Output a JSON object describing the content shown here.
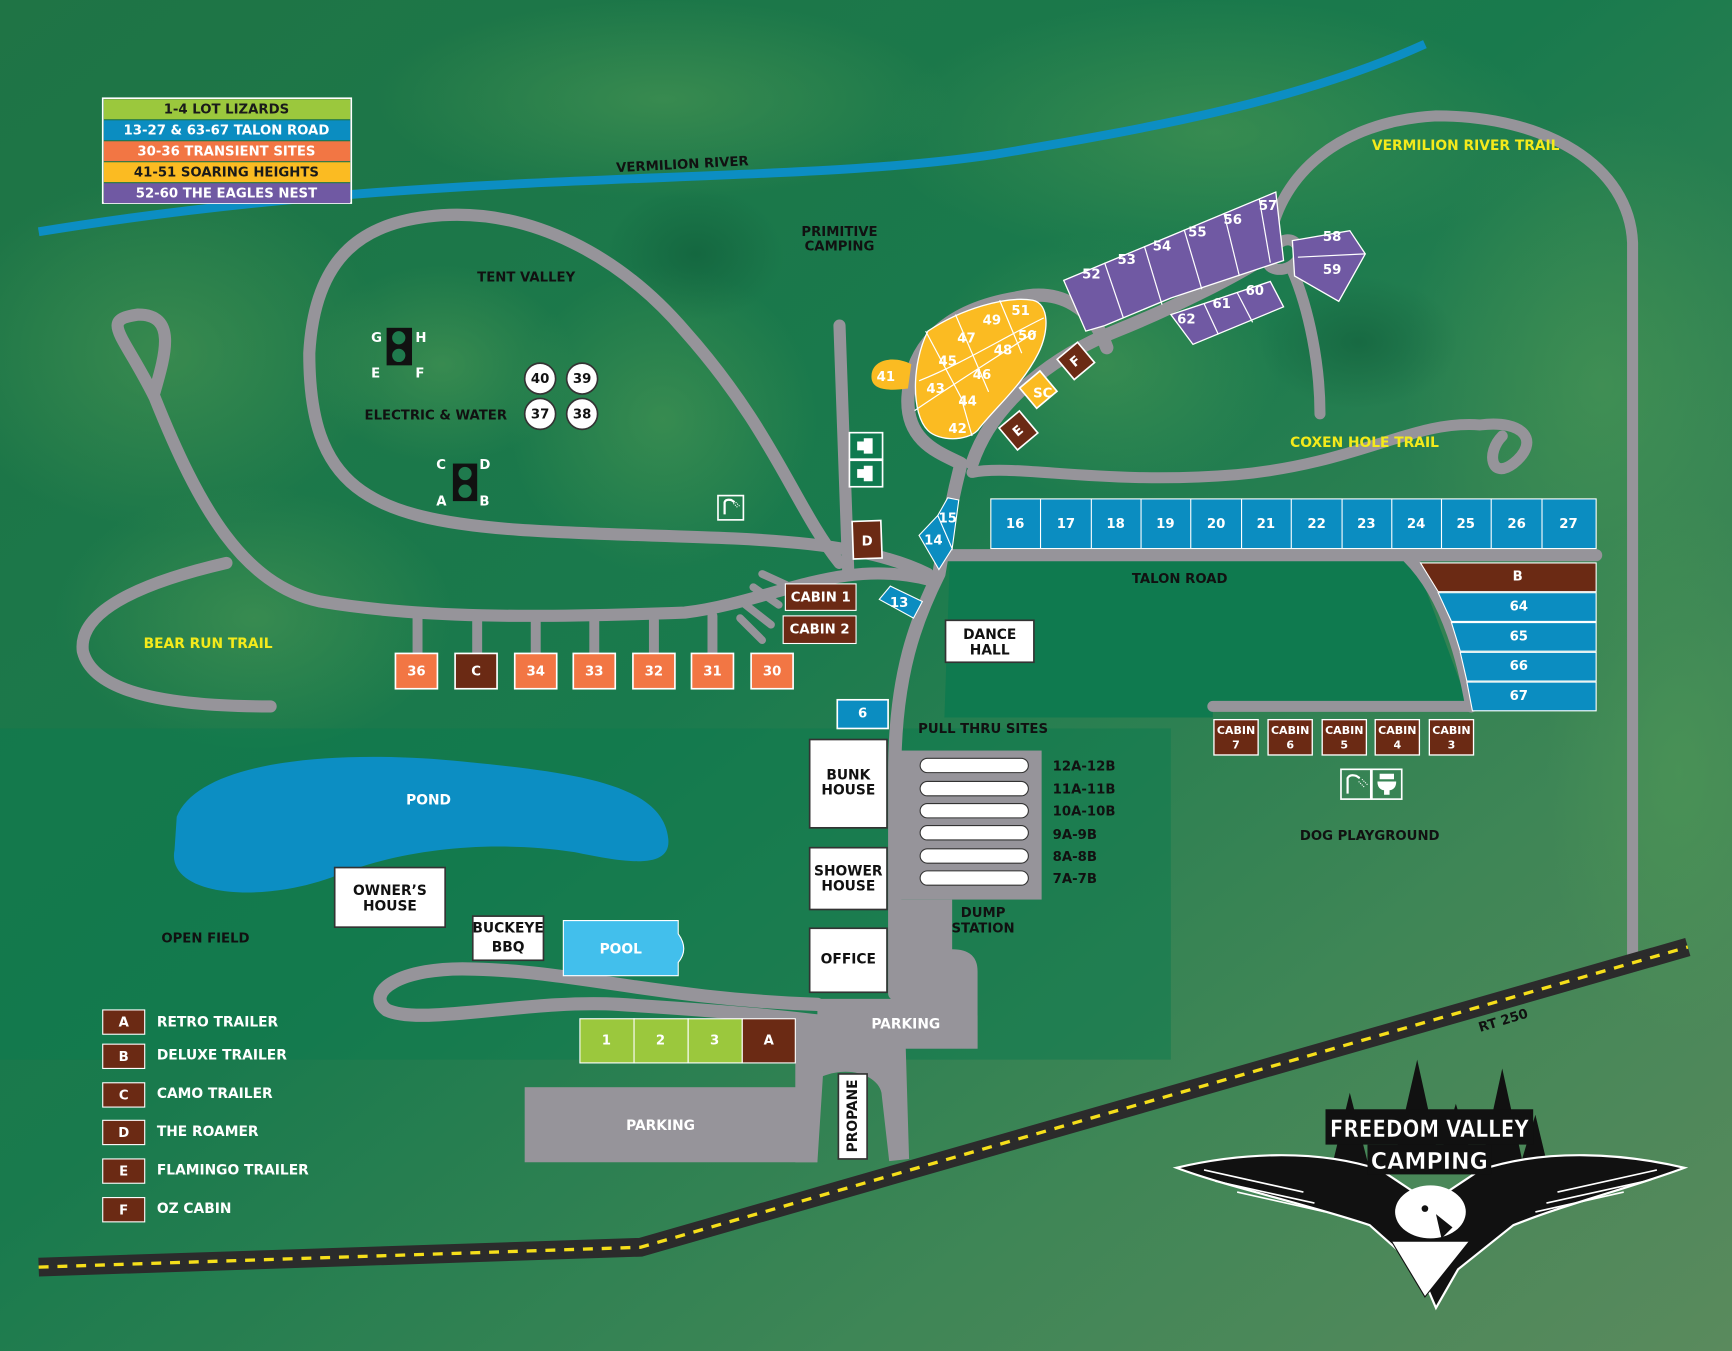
{
  "title": "Freedom Valley Camping",
  "logo": {
    "line1": "FREEDOM VALLEY",
    "line2": "CAMPING"
  },
  "colors": {
    "lot_lizards": "#9bc83d",
    "talon_road": "#0b8dc1",
    "transient": "#f27644",
    "soaring": "#fbbb22",
    "eagles_nest": "#7059a3",
    "trailer": "#6b2a14",
    "road": "#96949a",
    "river": "#0c8ec3",
    "pool": "#42bfec",
    "trail_label": "#f4ea1b",
    "highway": "#2b2b2b",
    "highway_line": "#f6df1a"
  },
  "site_legend": [
    {
      "label": "1-4  LOT LIZARDS",
      "color": "#9bc83d",
      "text_color": "#1a1a1a"
    },
    {
      "label": "13-27 & 63-67  TALON ROAD",
      "color": "#0b8dc1",
      "text_color": "#ffffff"
    },
    {
      "label": "30-36  TRANSIENT SITES",
      "color": "#f27644",
      "text_color": "#ffffff"
    },
    {
      "label": "41-51  SOARING HEIGHTS",
      "color": "#fbbb22",
      "text_color": "#1a1a1a"
    },
    {
      "label": "52-60  THE EAGLES NEST",
      "color": "#7059a3",
      "text_color": "#ffffff"
    }
  ],
  "trailer_legend": [
    {
      "key": "A",
      "label": "RETRO TRAILER"
    },
    {
      "key": "B",
      "label": "DELUXE TRAILER"
    },
    {
      "key": "C",
      "label": "CAMO TRAILER"
    },
    {
      "key": "D",
      "label": "THE ROAMER"
    },
    {
      "key": "E",
      "label": "FLAMINGO TRAILER"
    },
    {
      "key": "F",
      "label": "OZ CABIN"
    }
  ],
  "area_labels": {
    "vermilion_river": "VERMILION RIVER",
    "tent_valley": "TENT VALLEY",
    "primitive_1": "PRIMITIVE",
    "primitive_2": "CAMPING",
    "electric_water": "ELECTRIC & WATER",
    "bear_run_trail": "BEAR RUN TRAIL",
    "vermilion_river_trail": "VERMILION RIVER TRAIL",
    "coxen_hole_trail": "COXEN HOLE TRAIL",
    "talon_road": "TALON ROAD",
    "pull_thru": "PULL THRU SITES",
    "dump_1": "DUMP",
    "dump_2": "STATION",
    "dog_playground": "DOG PLAYGROUND",
    "pond": "POND",
    "open_field": "OPEN FIELD",
    "parking": "PARKING",
    "rt250": "RT 250"
  },
  "outlets": {
    "top": {
      "tl": "G",
      "tr": "H",
      "bl": "E",
      "br": "F"
    },
    "bottom": {
      "tl": "C",
      "tr": "D",
      "bl": "A",
      "br": "B"
    }
  },
  "tent_sites": [
    "40",
    "39",
    "37",
    "38"
  ],
  "transient_row": [
    "36",
    "C",
    "34",
    "33",
    "32",
    "31",
    "30"
  ],
  "talon_top": [
    "16",
    "17",
    "18",
    "19",
    "20",
    "21",
    "22",
    "23",
    "24",
    "25",
    "26",
    "27"
  ],
  "talon_side": [
    "B",
    "64",
    "65",
    "66",
    "67"
  ],
  "talon_misc": {
    "s13": "13",
    "s14": "14",
    "s15": "15",
    "s6": "6"
  },
  "soaring": {
    "s41": "41",
    "s42": "42",
    "s43": "43",
    "s44": "44",
    "s45": "45",
    "s46": "46",
    "s47": "47",
    "s48": "48",
    "s49": "49",
    "s50": "50",
    "s51": "51",
    "sc": "SC"
  },
  "eagles": {
    "s52": "52",
    "s53": "53",
    "s54": "54",
    "s55": "55",
    "s56": "56",
    "s57": "57",
    "s58": "58",
    "s59": "59",
    "s60": "60",
    "s61": "61",
    "s62": "62"
  },
  "trailers_on_map": {
    "d": "D",
    "e": "E",
    "f": "F"
  },
  "cabins_left": [
    "CABIN 1",
    "CABIN 2"
  ],
  "cabins_right": [
    {
      "l1": "CABIN",
      "l2": "7"
    },
    {
      "l1": "CABIN",
      "l2": "6"
    },
    {
      "l1": "CABIN",
      "l2": "5"
    },
    {
      "l1": "CABIN",
      "l2": "4"
    },
    {
      "l1": "CABIN",
      "l2": "3"
    }
  ],
  "pull_thru_sites": [
    "12A-12B",
    "11A-11B",
    "10A-10B",
    "9A-9B",
    "8A-8B",
    "7A-7B"
  ],
  "lot_lizards": [
    "1",
    "2",
    "3",
    "A"
  ],
  "buildings": {
    "dance_1": "DANCE",
    "dance_2": "HALL",
    "bunk_1": "BUNK",
    "bunk_2": "HOUSE",
    "shower_1": "SHOWER",
    "shower_2": "HOUSE",
    "office": "OFFICE",
    "owner_1": "OWNER’S",
    "owner_2": "HOUSE",
    "bbq_1": "BUCKEYE",
    "bbq_2": "BBQ",
    "pool": "POOL",
    "propane": "PROPANE"
  }
}
